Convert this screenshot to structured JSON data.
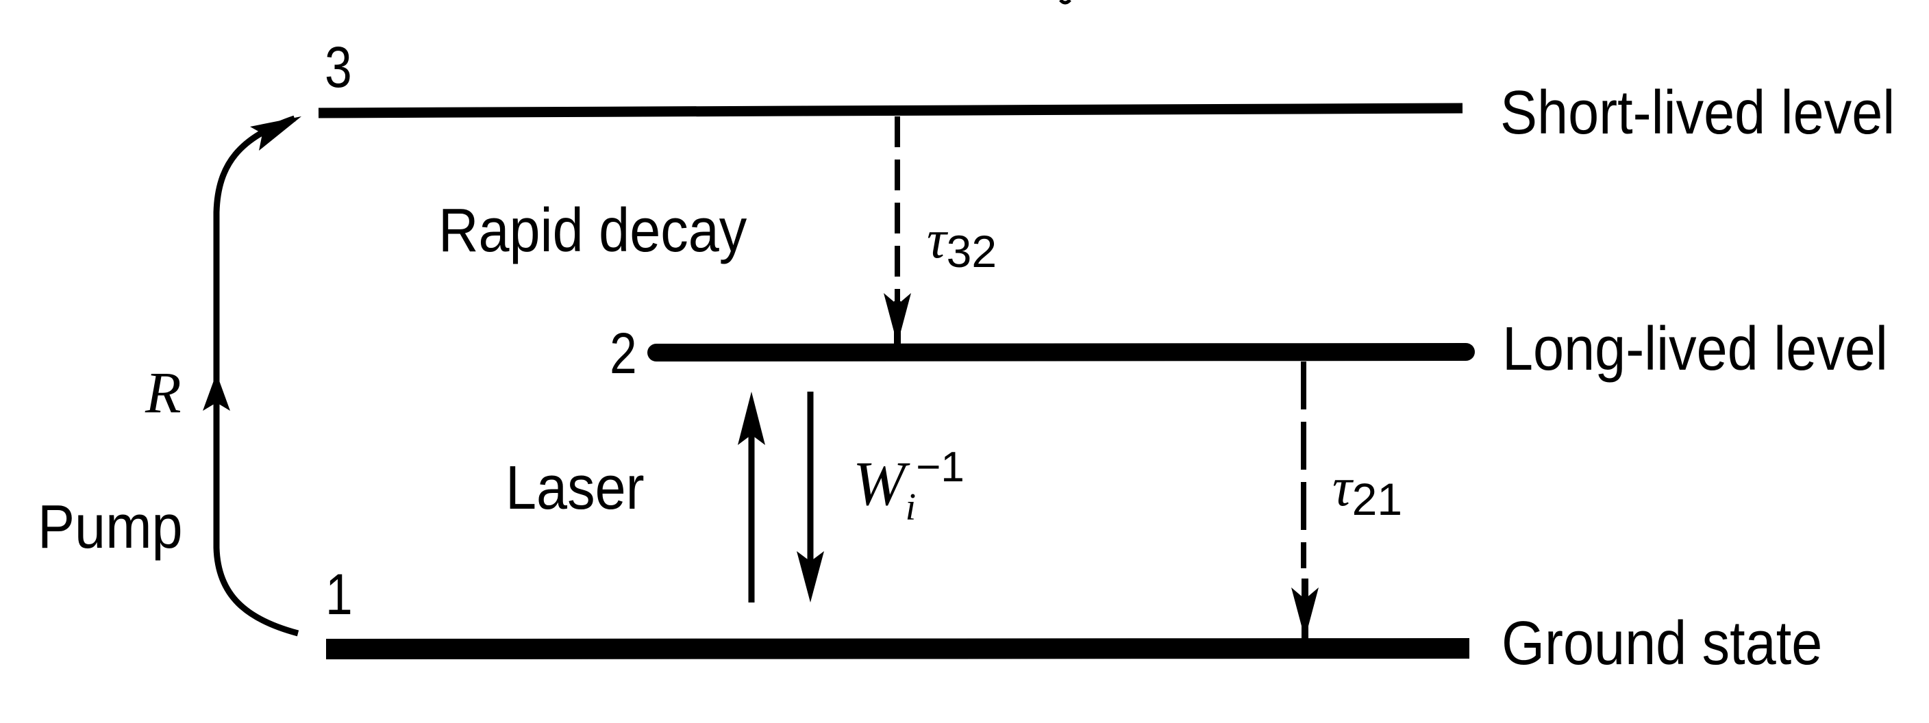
{
  "diagram": {
    "type": "three-level laser energy level diagram",
    "levels": [
      {
        "number": "3",
        "name": "Short-lived level"
      },
      {
        "number": "2",
        "name": "Long-lived level"
      },
      {
        "number": "1",
        "name": "Ground state"
      }
    ],
    "transitions": {
      "pump": {
        "label": "Pump",
        "rate_symbol": "R",
        "from": "1",
        "to": "3"
      },
      "rapid_decay": {
        "label": "Rapid decay",
        "symbol": "τ",
        "subscript": "32",
        "from": "3",
        "to": "2",
        "style": "dashed"
      },
      "laser": {
        "label": "Laser",
        "symbol": "W",
        "subscript": "i",
        "superscript": "−1",
        "between": [
          "1",
          "2"
        ],
        "style": "solid-bidirectional"
      },
      "spontaneous": {
        "symbol": "τ",
        "subscript": "21",
        "from": "2",
        "to": "1",
        "style": "dashed"
      }
    },
    "colors": {
      "ink": "#000000",
      "background": "#ffffff"
    }
  }
}
